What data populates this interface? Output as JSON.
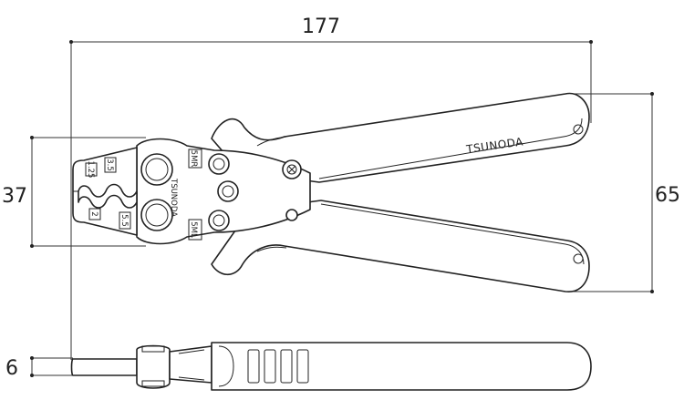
{
  "dimensions": {
    "overall_length": "177",
    "handle_span": "65",
    "jaw_height": "37",
    "thickness": "6"
  },
  "brand": {
    "handle_text": "TSUNODA",
    "head_text": "TSUNODA"
  },
  "jaw_markings": {
    "upper_left": "1.25",
    "upper_right": "3.5",
    "lower_left": "2",
    "lower_right": "5.5",
    "tag_upper": "5MR",
    "tag_lower": "5ML"
  }
}
